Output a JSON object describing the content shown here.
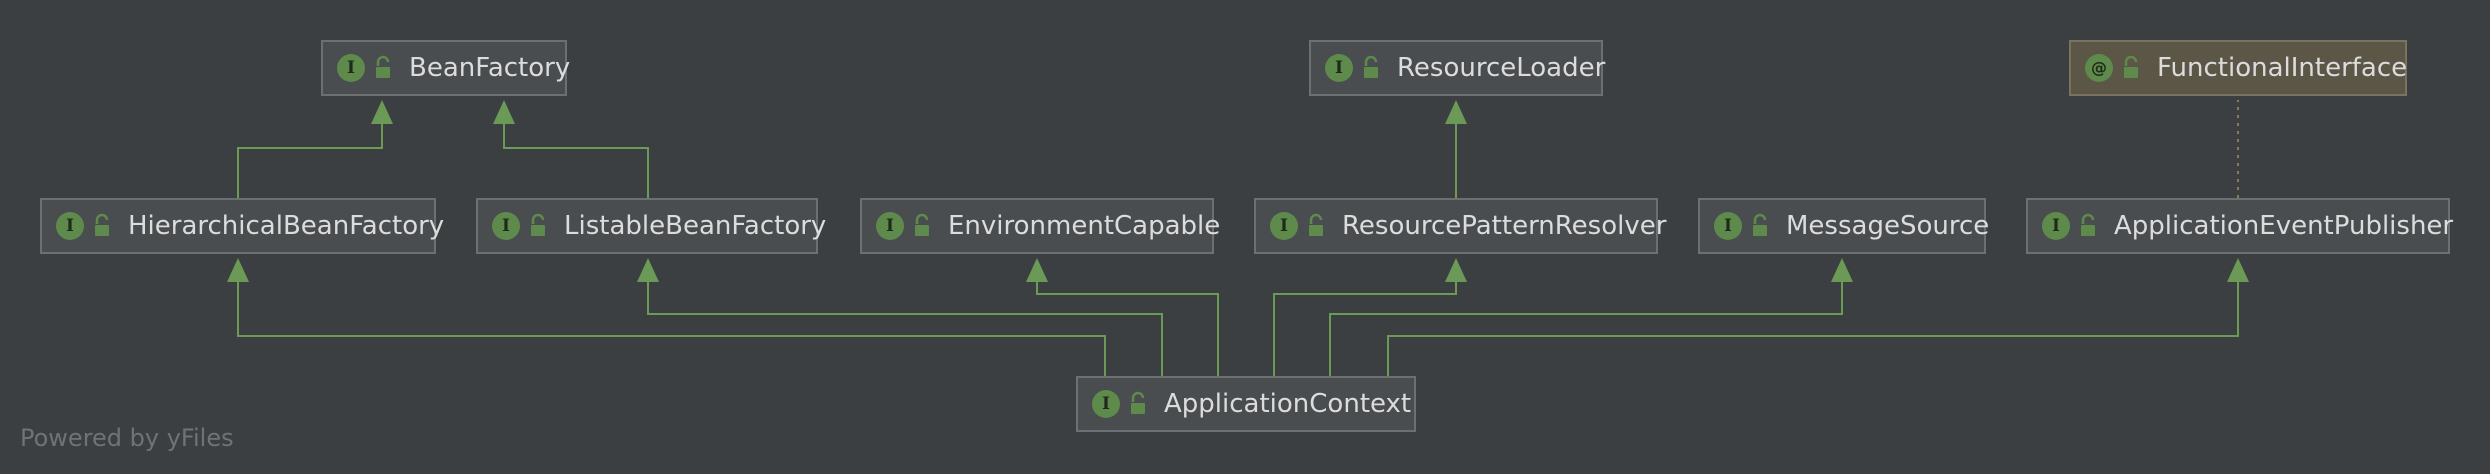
{
  "diagram": {
    "nodes": [
      {
        "id": "BeanFactory",
        "label": "BeanFactory",
        "kind": "interface",
        "badge": "I"
      },
      {
        "id": "ResourceLoader",
        "label": "ResourceLoader",
        "kind": "interface",
        "badge": "I"
      },
      {
        "id": "FunctionalInterface",
        "label": "FunctionalInterface",
        "kind": "annotation",
        "badge": "@"
      },
      {
        "id": "HierarchicalBeanFactory",
        "label": "HierarchicalBeanFactory",
        "kind": "interface",
        "badge": "I"
      },
      {
        "id": "ListableBeanFactory",
        "label": "ListableBeanFactory",
        "kind": "interface",
        "badge": "I"
      },
      {
        "id": "EnvironmentCapable",
        "label": "EnvironmentCapable",
        "kind": "interface",
        "badge": "I"
      },
      {
        "id": "ResourcePatternResolver",
        "label": "ResourcePatternResolver",
        "kind": "interface",
        "badge": "I"
      },
      {
        "id": "MessageSource",
        "label": "MessageSource",
        "kind": "interface",
        "badge": "I"
      },
      {
        "id": "ApplicationEventPublisher",
        "label": "ApplicationEventPublisher",
        "kind": "interface",
        "badge": "I"
      },
      {
        "id": "ApplicationContext",
        "label": "ApplicationContext",
        "kind": "interface",
        "badge": "I"
      }
    ],
    "edges": [
      {
        "from": "HierarchicalBeanFactory",
        "to": "BeanFactory",
        "type": "extends"
      },
      {
        "from": "ListableBeanFactory",
        "to": "BeanFactory",
        "type": "extends"
      },
      {
        "from": "ResourcePatternResolver",
        "to": "ResourceLoader",
        "type": "extends"
      },
      {
        "from": "ApplicationEventPublisher",
        "to": "FunctionalInterface",
        "type": "annotated"
      },
      {
        "from": "ApplicationContext",
        "to": "HierarchicalBeanFactory",
        "type": "extends"
      },
      {
        "from": "ApplicationContext",
        "to": "ListableBeanFactory",
        "type": "extends"
      },
      {
        "from": "ApplicationContext",
        "to": "EnvironmentCapable",
        "type": "extends"
      },
      {
        "from": "ApplicationContext",
        "to": "ResourcePatternResolver",
        "type": "extends"
      },
      {
        "from": "ApplicationContext",
        "to": "MessageSource",
        "type": "extends"
      },
      {
        "from": "ApplicationContext",
        "to": "ApplicationEventPublisher",
        "type": "extends"
      }
    ],
    "colors": {
      "background": "#3c3f41",
      "edge": "#6a9a55",
      "annotation_edge": "#8a7a55",
      "badge": "#5e8a4c"
    },
    "footer": "Powered by yFiles"
  }
}
